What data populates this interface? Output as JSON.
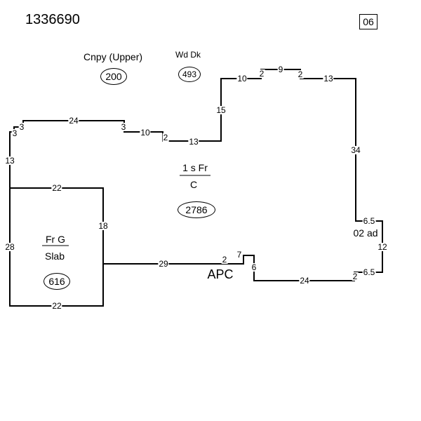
{
  "header": {
    "parcel_id": "1336690",
    "page_badge": "06"
  },
  "areas": [
    {
      "name": "Cnpy (Upper)",
      "size": "200"
    },
    {
      "name": "Wd Dk",
      "size": "493"
    },
    {
      "name_top": "1 s Fr",
      "name_bottom": "C",
      "size": "2786"
    },
    {
      "name_top": "Fr G",
      "name_bottom": "Slab",
      "size": "616"
    },
    {
      "name": "02 ad"
    },
    {
      "name": "APC"
    }
  ],
  "dimensions": [
    "24",
    "3",
    "3",
    "3",
    "10",
    "2",
    "13",
    "15",
    "10",
    "2",
    "9",
    "2",
    "13",
    "34",
    "6.5",
    "12",
    "6.5",
    "2",
    "24",
    "6",
    "7",
    "2",
    "29",
    "13",
    "28",
    "22",
    "22",
    "18"
  ]
}
